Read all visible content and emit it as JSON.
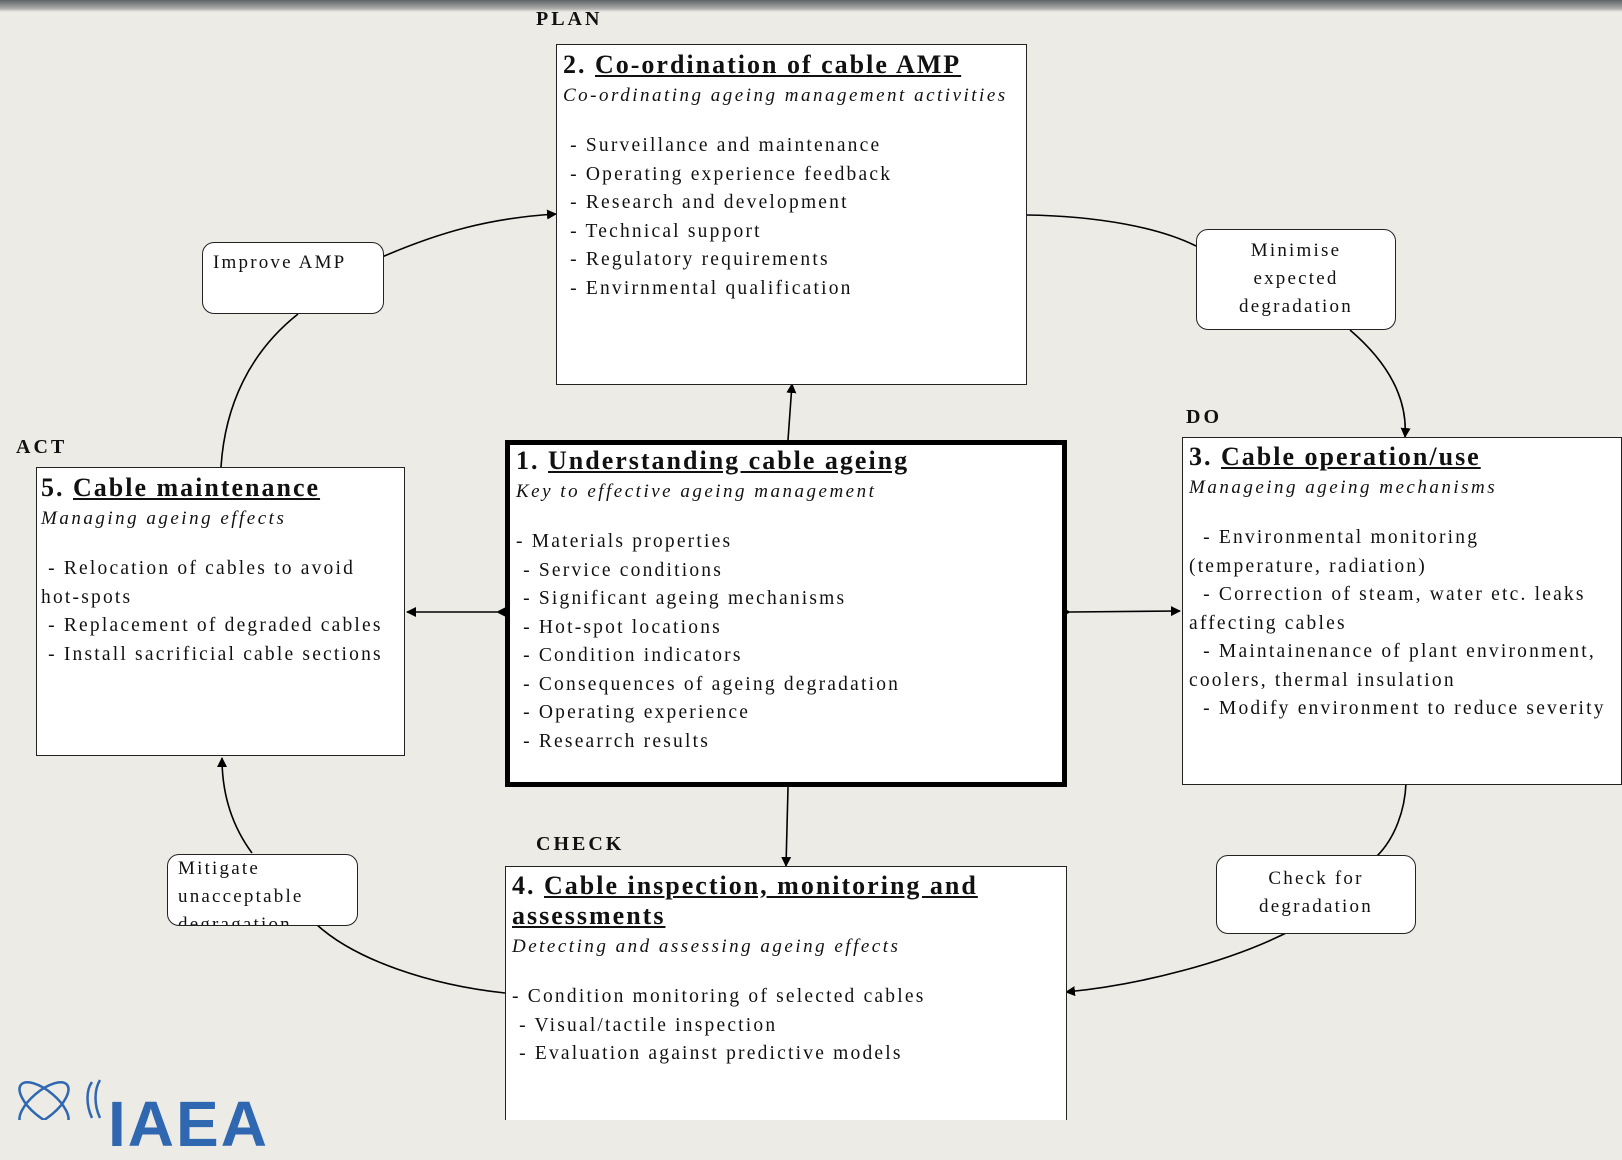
{
  "phases": {
    "plan": "PLAN",
    "do": "DO",
    "check": "CHECK",
    "act": "ACT"
  },
  "boxes": {
    "b1": {
      "num": "1.",
      "title": "Understanding cable ageing",
      "subtitle": "Key to effective ageing management",
      "items": [
        "- Materials properties",
        " - Service conditions",
        " - Significant ageing mechanisms",
        " - Hot-spot locations",
        " - Condition indicators",
        " - Consequences of ageing degradation",
        " - Operating experience",
        " - Researrch results"
      ]
    },
    "b2": {
      "num": "2.",
      "title": "Co-ordination of cable AMP",
      "subtitle": "Co-ordinating ageing management activities",
      "items": [
        " - Surveillance and maintenance",
        " - Operating experience feedback",
        " - Research and development",
        " - Technical support",
        " - Regulatory requirements",
        " - Envirnmental qualification"
      ]
    },
    "b3": {
      "num": "3.",
      "title": "Cable operation/use",
      "subtitle": "Manageing ageing mechanisms",
      "items": [
        "  - Environmental monitoring (temperature, radiation)",
        "  - Correction of steam, water etc. leaks affecting cables",
        "  - Maintainenance of plant environment, coolers, thermal insulation",
        "  - Modify environment to reduce severity"
      ]
    },
    "b4": {
      "num": "4.",
      "title": "Cable inspection, monitoring and assessments",
      "subtitle": "Detecting and assessing ageing effects",
      "items": [
        "- Condition monitoring of selected cables",
        " - Visual/tactile inspection",
        " - Evaluation against predictive models"
      ]
    },
    "b5": {
      "num": "5.",
      "title": "Cable maintenance",
      "subtitle": "Managing ageing effects",
      "items": [
        " - Relocation of cables to avoid hot-spots",
        " - Replacement of degraded cables",
        " - Install sacrificial cable sections"
      ]
    }
  },
  "labels": {
    "improve": "Improve AMP",
    "minimise": "Minimise expected degradation",
    "check": "Check for degradation",
    "mitigate": "Mitigate unacceptable degragation"
  },
  "logo": {
    "text": "IAEA"
  }
}
